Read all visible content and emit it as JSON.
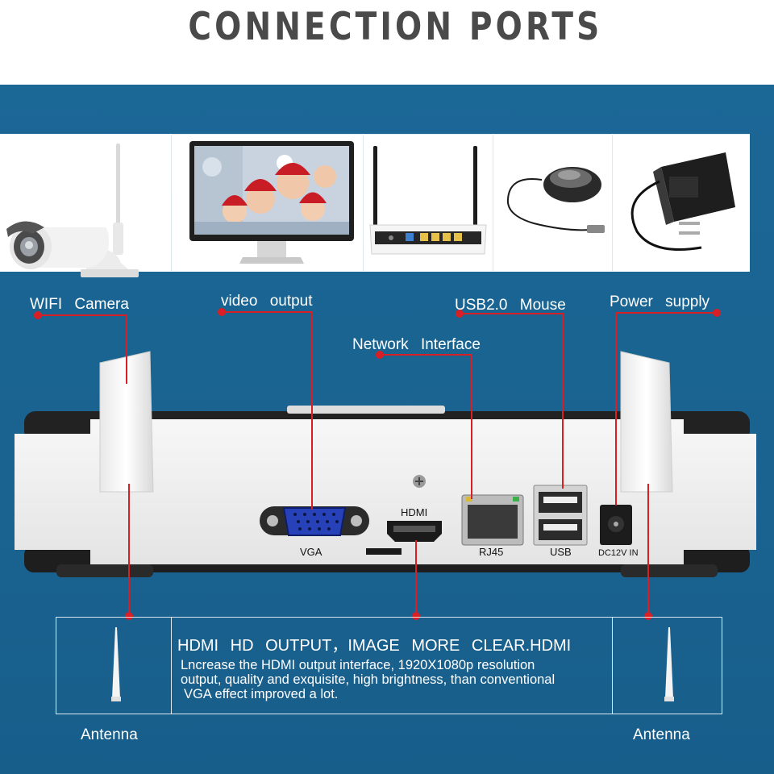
{
  "header": {
    "title": "CONNECTION PORTS"
  },
  "peripherals": {
    "wifi_camera": "WIFI Camera",
    "video_output": "video output",
    "network_interface": "Network Interface",
    "usb_mouse": "USB2.0 Mouse",
    "power_supply": "Power supply"
  },
  "ports": {
    "vga": "VGA",
    "hdmi": "HDMI",
    "rj45": "RJ45",
    "usb": "USB",
    "dc": "DC12V IN"
  },
  "caption": {
    "title": "HDMI HD OUTPUT，IMAGE MORE CLEAR.HDMI",
    "line1": "Lncrease the HDMI output interface, 1920X1080p resolution",
    "line2": "output, quality and exquisite, high brightness, than conventional",
    "line3": "VGA effect improved a lot."
  },
  "antenna_left": "Antenna",
  "antenna_right": "Antenna",
  "colors": {
    "panel": "#1a6391",
    "accent": "#d81f26",
    "title": "#4a4a4a"
  }
}
